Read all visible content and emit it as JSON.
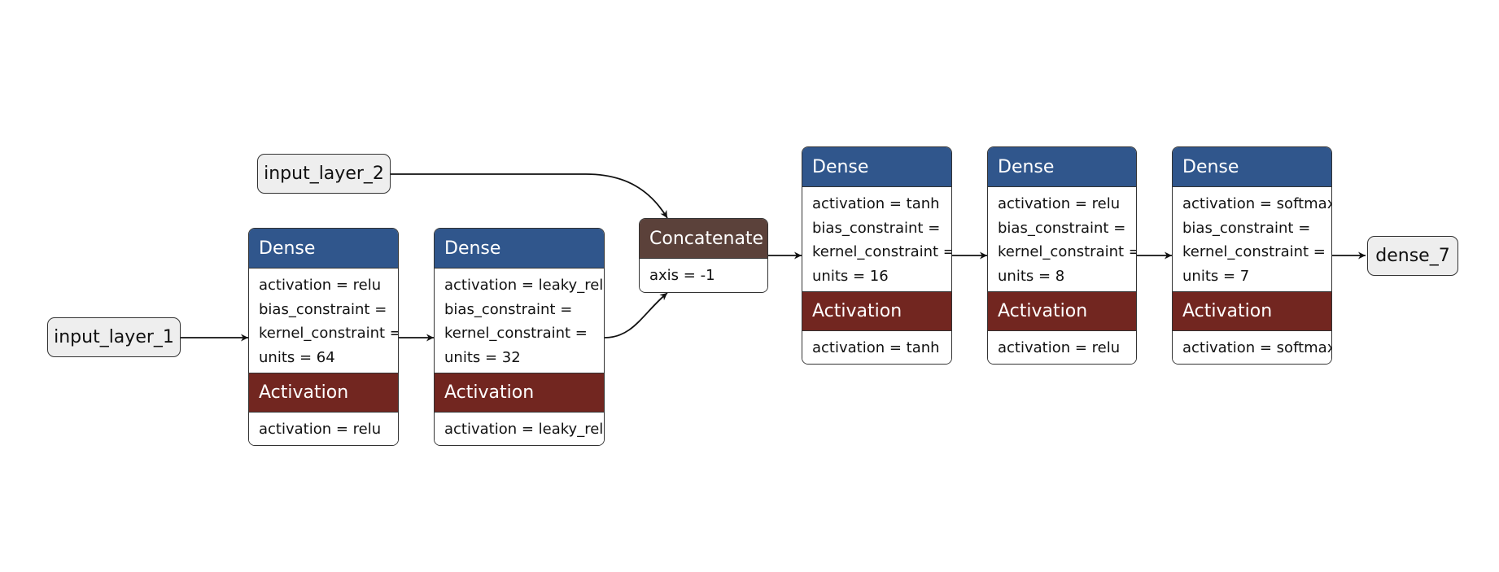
{
  "inputs": [
    {
      "id": "input_layer_1",
      "label": "input_layer_1"
    },
    {
      "id": "input_layer_2",
      "label": "input_layer_2"
    }
  ],
  "blocks": [
    {
      "id": "b1",
      "sections": [
        {
          "kind": "dense",
          "title": "Dense",
          "params": [
            "activation = relu",
            "bias_constraint =",
            "kernel_constraint =",
            "units = 64"
          ]
        },
        {
          "kind": "act",
          "title": "Activation",
          "params": [
            "activation = relu"
          ]
        }
      ]
    },
    {
      "id": "b2",
      "sections": [
        {
          "kind": "dense",
          "title": "Dense",
          "params": [
            "activation = leaky_relu",
            "bias_constraint =",
            "kernel_constraint =",
            "units = 32"
          ]
        },
        {
          "kind": "act",
          "title": "Activation",
          "params": [
            "activation = leaky_relu"
          ]
        }
      ]
    },
    {
      "id": "concat",
      "sections": [
        {
          "kind": "concat",
          "title": "Concatenate",
          "params": [
            "axis = -1"
          ]
        }
      ]
    },
    {
      "id": "b3",
      "sections": [
        {
          "kind": "dense",
          "title": "Dense",
          "params": [
            "activation = tanh",
            "bias_constraint =",
            "kernel_constraint =",
            "units = 16"
          ]
        },
        {
          "kind": "act",
          "title": "Activation",
          "params": [
            "activation = tanh"
          ]
        }
      ]
    },
    {
      "id": "b4",
      "sections": [
        {
          "kind": "dense",
          "title": "Dense",
          "params": [
            "activation = relu",
            "bias_constraint =",
            "kernel_constraint =",
            "units = 8"
          ]
        },
        {
          "kind": "act",
          "title": "Activation",
          "params": [
            "activation = relu"
          ]
        }
      ]
    },
    {
      "id": "b5",
      "sections": [
        {
          "kind": "dense",
          "title": "Dense",
          "params": [
            "activation = softmax",
            "bias_constraint =",
            "kernel_constraint =",
            "units = 7"
          ]
        },
        {
          "kind": "act",
          "title": "Activation",
          "params": [
            "activation = softmax"
          ]
        }
      ]
    }
  ],
  "output": {
    "id": "dense_7",
    "label": "dense_7"
  },
  "edges": [
    [
      "input_layer_1",
      "b1"
    ],
    [
      "b1",
      "b2"
    ],
    [
      "b2",
      "concat"
    ],
    [
      "input_layer_2",
      "concat"
    ],
    [
      "concat",
      "b3"
    ],
    [
      "b3",
      "b4"
    ],
    [
      "b4",
      "b5"
    ],
    [
      "b5",
      "dense_7"
    ]
  ],
  "colors": {
    "dense": "#30568c",
    "activation": "#722620",
    "concatenate": "#5b413a",
    "io_fill": "#eeeeee",
    "stroke": "#333333"
  }
}
